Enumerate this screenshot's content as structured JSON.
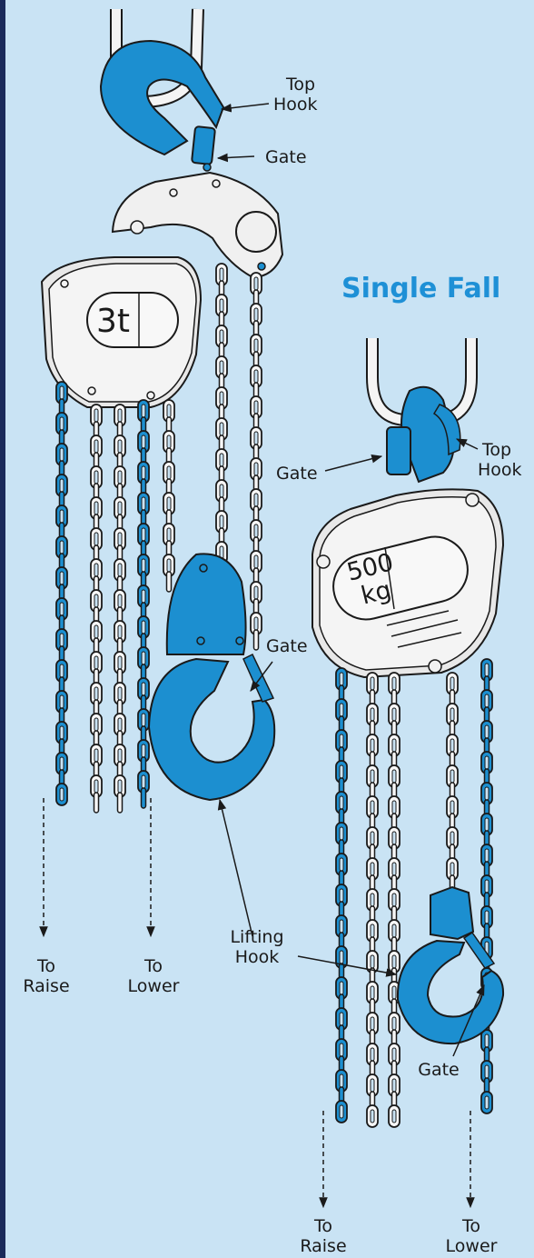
{
  "heading": "Single Fall",
  "colors": {
    "background": "#c9e3f4",
    "accent_blue": "#1c8fd0",
    "body_grey": "#eeeeee",
    "outline": "#1a1a1a",
    "heading": "#1e90d6"
  },
  "hoist_left": {
    "capacity_line1": "3t",
    "labels": {
      "top_hook_1": "Top",
      "top_hook_2": "Hook",
      "gate_top": "Gate",
      "gate_bottom": "Gate",
      "lifting_1": "Lifting",
      "lifting_2": "Hook",
      "raise_1": "To",
      "raise_2": "Raise",
      "lower_1": "To",
      "lower_2": "Lower"
    }
  },
  "hoist_right": {
    "capacity_line1": "500",
    "capacity_line2": "kg",
    "labels": {
      "gate_top": "Gate",
      "top_hook_1": "Top",
      "top_hook_2": "Hook",
      "gate_bottom": "Gate",
      "raise_1": "To",
      "raise_2": "Raise",
      "lower_1": "To",
      "lower_2": "Lower"
    }
  }
}
